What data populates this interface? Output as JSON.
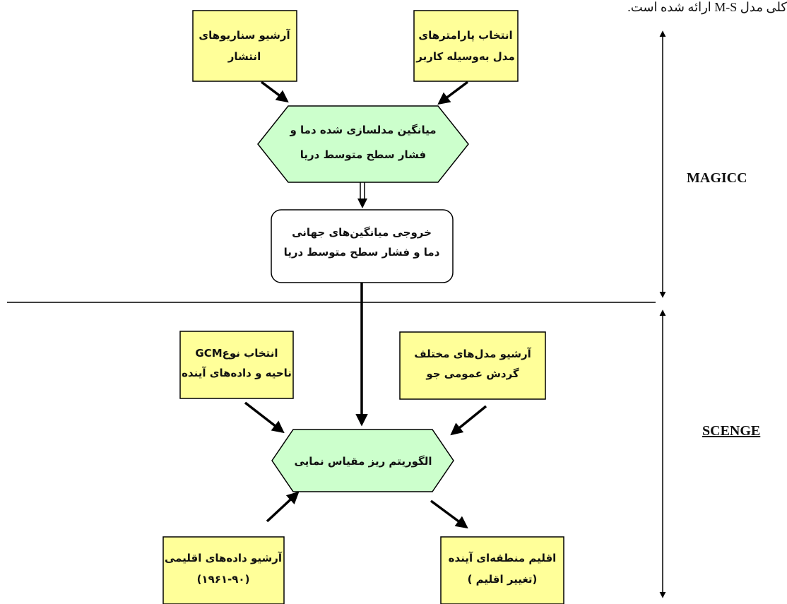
{
  "caption": "کلی مدل M-S ارائه شده است.",
  "sections": {
    "top_label": "MAGICC",
    "bottom_label": "SCENGE"
  },
  "nodes": {
    "scenario_archive": [
      "آرشیو سناریوهای",
      "انتشار"
    ],
    "param_selection": [
      "انتخاب پارامترهای",
      "مدل به‌وسیله کاربر"
    ],
    "modeled_mean": [
      "میانگین مدلسازی شده دما و",
      "فشار سطح متوسط دریا"
    ],
    "global_output": [
      "خروجی میانگین‌های جهانی",
      "دما و فشار سطح متوسط دریا"
    ],
    "gcm_select": [
      "انتخاب نوعGCM",
      "ناحیه و داده‌های آینده"
    ],
    "gcm_archive": [
      "آرشیو مدل‌های مختلف",
      "گردش عمومی جو"
    ],
    "downscaling": [
      "الگوریتم ریز مقیاس نمایی"
    ],
    "climate_archive": [
      "آرشیو داده‌های اقلیمی",
      "(۱۹۶۱-۹۰)"
    ],
    "future_climate": [
      "اقلیم منطقه‌ای آینده",
      "(تغییر اقلیم )"
    ]
  },
  "colors": {
    "box_fill": "#ffff99",
    "hex_fill": "#ccffcc",
    "line": "#000000"
  }
}
